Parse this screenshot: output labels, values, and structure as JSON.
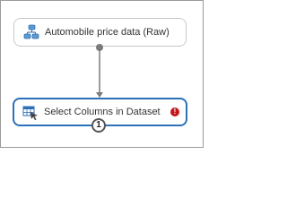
{
  "modules": {
    "dataset": {
      "label": "Automobile price data (Raw)",
      "icon": "dataset-icon"
    },
    "select_columns": {
      "label": "Select Columns in Dataset",
      "icon": "table-select-icon",
      "status_icon": "error-icon",
      "status_symbol": "!",
      "input_port_number": "1"
    }
  },
  "colors": {
    "selected_border": "#2a71b8",
    "error": "#c4161c",
    "connector": "#7a7a7a",
    "icon_blue": "#2f6fb5"
  }
}
